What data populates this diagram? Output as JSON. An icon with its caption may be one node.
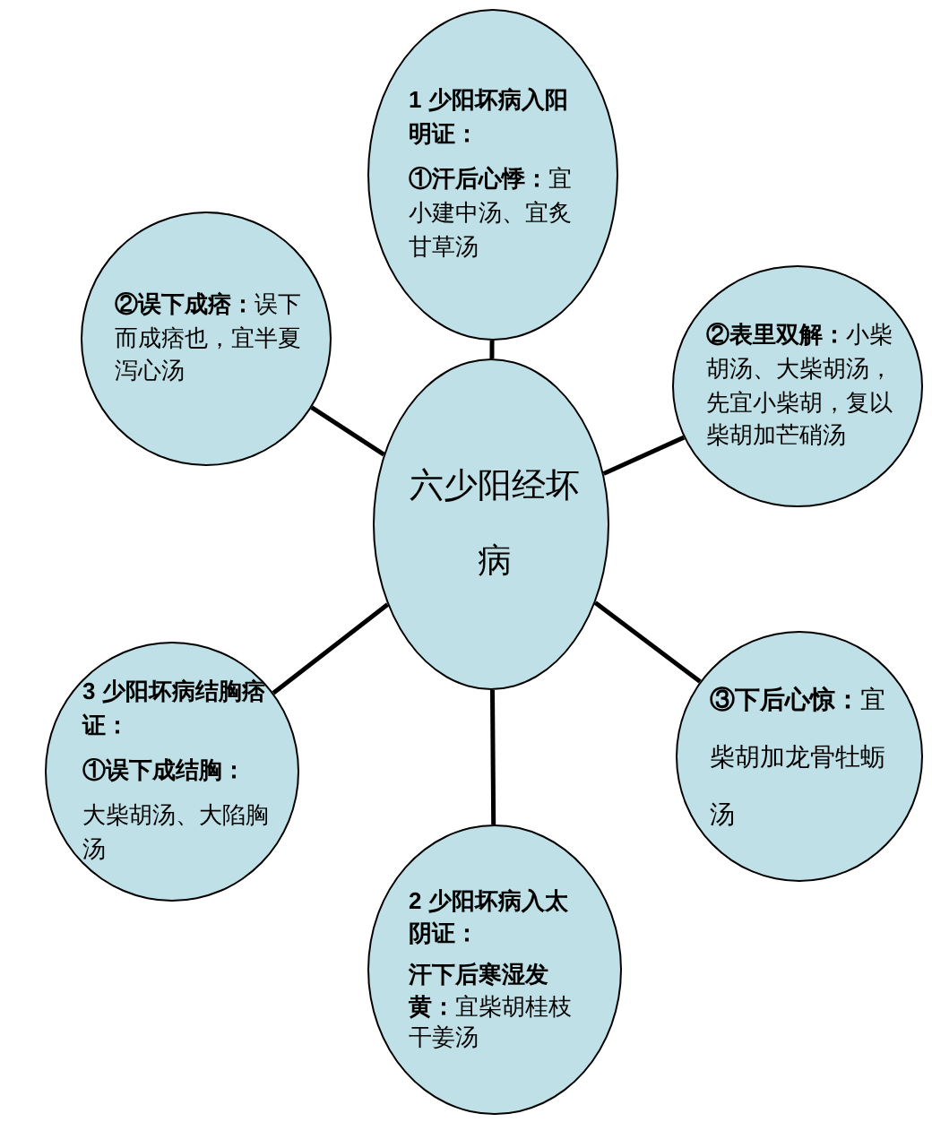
{
  "diagram": {
    "nodes": [
      {
        "text": [
          "1 少阳坏病入阳明证：",
          "**①汗后心悸：**宜小建中汤、宜炙甘草汤"
        ]
      },
      {
        "text": [
          "**②误下成痞：**误下而成痞也，宜半夏泻心汤"
        ]
      },
      {
        "text": [
          "**②表里双解：**小柴胡汤、大柴胡汤，先宜小柴胡，复以柴胡加芒硝汤"
        ]
      },
      {
        "text": [
          "六少阳经坏病"
        ]
      },
      {
        "text": [
          "3 少阳坏病结胸痞证：",
          "①误下成结胸：",
          "大柴胡汤、大陷胸汤"
        ]
      },
      {
        "text": [
          "**③下后心惊：**宜柴胡加龙骨牡蛎汤"
        ]
      },
      {
        "text": [
          "2 少阳坏病入太阴证：",
          "**汗下后寒湿发黄：**宜柴胡桂枝干姜汤"
        ]
      }
    ],
    "edges": [
      {
        "from": 3,
        "to": 0,
        "arrow": "none"
      },
      {
        "from": 3,
        "to": 1,
        "arrow": "none"
      },
      {
        "from": 3,
        "to": 2,
        "arrow": "none"
      },
      {
        "from": 3,
        "to": 4,
        "arrow": "none"
      },
      {
        "from": 3,
        "to": 5,
        "arrow": "none"
      },
      {
        "from": 3,
        "to": 6,
        "arrow": "none"
      }
    ]
  }
}
